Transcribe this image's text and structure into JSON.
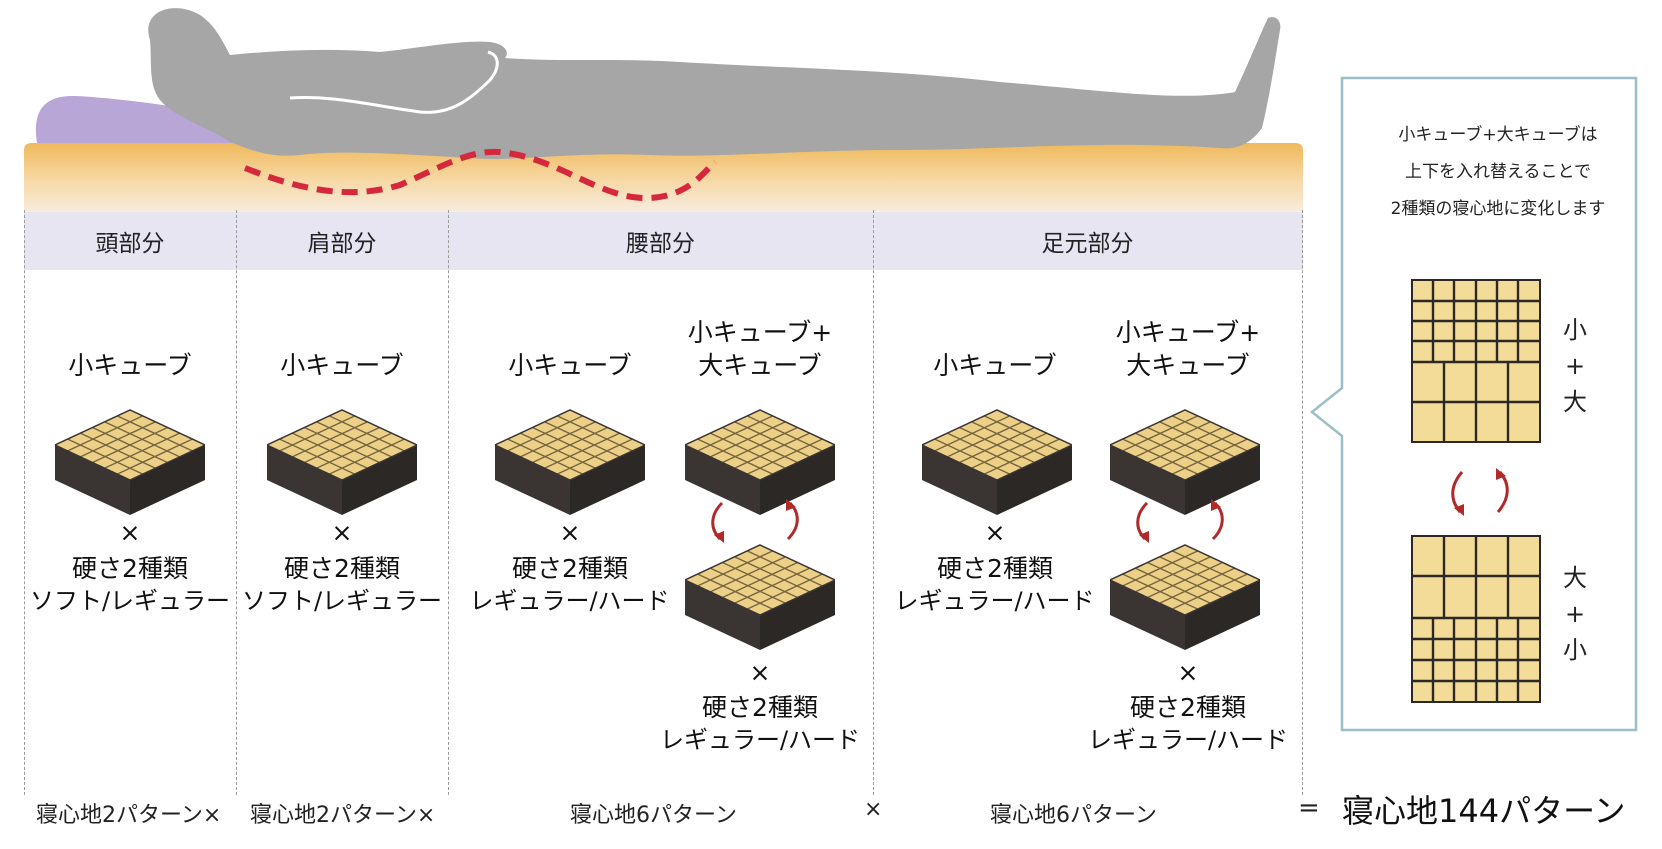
{
  "sections": [
    {
      "key": "head",
      "header": "頭部分"
    },
    {
      "key": "shoulder",
      "header": "肩部分"
    },
    {
      "key": "waist",
      "header": "腰部分"
    },
    {
      "key": "feet",
      "header": "足元部分"
    }
  ],
  "cells": {
    "head": {
      "title": "小キューブ",
      "times": "×",
      "hardness": "硬さ2種類",
      "types": "ソフト/レギュラー"
    },
    "shoulder": {
      "title": "小キューブ",
      "times": "×",
      "hardness": "硬さ2種類",
      "types": "ソフト/レギュラー"
    },
    "waist_small": {
      "title": "小キューブ",
      "times": "×",
      "hardness": "硬さ2種類",
      "types": "レギュラー/ハード"
    },
    "waist_mix": {
      "title_line1": "小キューブ+",
      "title_line2": "大キューブ",
      "times": "×",
      "hardness": "硬さ2種類",
      "types": "レギュラー/ハード"
    },
    "feet_small": {
      "title": "小キューブ",
      "times": "×",
      "hardness": "硬さ2種類",
      "types": "レギュラー/ハード"
    },
    "feet_mix": {
      "title_line1": "小キューブ+",
      "title_line2": "大キューブ",
      "times": "×",
      "hardness": "硬さ2種類",
      "types": "レギュラー/ハード"
    }
  },
  "footer": {
    "head_patterns": "寝心地2パターン×",
    "shoulder_patterns": "寝心地2パターン×",
    "waist_patterns": "寝心地6パターン",
    "times": "×",
    "feet_patterns": "寝心地6パターン",
    "equals": "=",
    "total": "寝心地144パターン"
  },
  "callout": {
    "line1": "小キューブ+大キューブは",
    "line2": "上下を入れ替えることで",
    "line3": "2種類の寝心地に変化します",
    "top_label": [
      "小",
      "+",
      "大"
    ],
    "bottom_label": [
      "大",
      "+",
      "小"
    ]
  },
  "colors": {
    "mattress_orange": "#f2c071",
    "band_lavender": "#e8e5f3",
    "pillow": "#b7a6d6",
    "body_gray": "#a6a6a6",
    "curve_red": "#d6283d",
    "cube_cream": "#f2dc98",
    "foam_dark": "#3c3836",
    "callout_border": "#9cbec6",
    "arrow_red": "#b02a2a"
  }
}
